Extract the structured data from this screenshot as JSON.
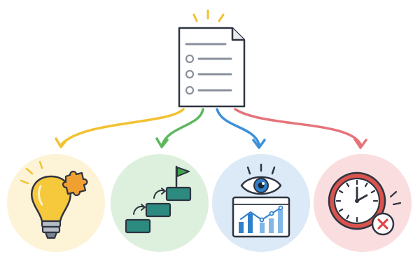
{
  "diagram": {
    "document": {
      "icon": "document-checklist-icon",
      "list_items": 3
    },
    "branches": [
      {
        "id": "ideas",
        "icon": "lightbulb-puzzle-icon",
        "color": "#F2C230",
        "circle_fill": "#FDF3D6"
      },
      {
        "id": "steps",
        "icon": "stairs-flag-icon",
        "color": "#5CB85C",
        "circle_fill": "#DDF0DD"
      },
      {
        "id": "insight",
        "icon": "eye-chart-icon",
        "color": "#3C8FD8",
        "circle_fill": "#DCEAF7"
      },
      {
        "id": "time",
        "icon": "clock-cancel-icon",
        "color": "#E5737A",
        "circle_fill": "#FADDDF"
      }
    ]
  }
}
